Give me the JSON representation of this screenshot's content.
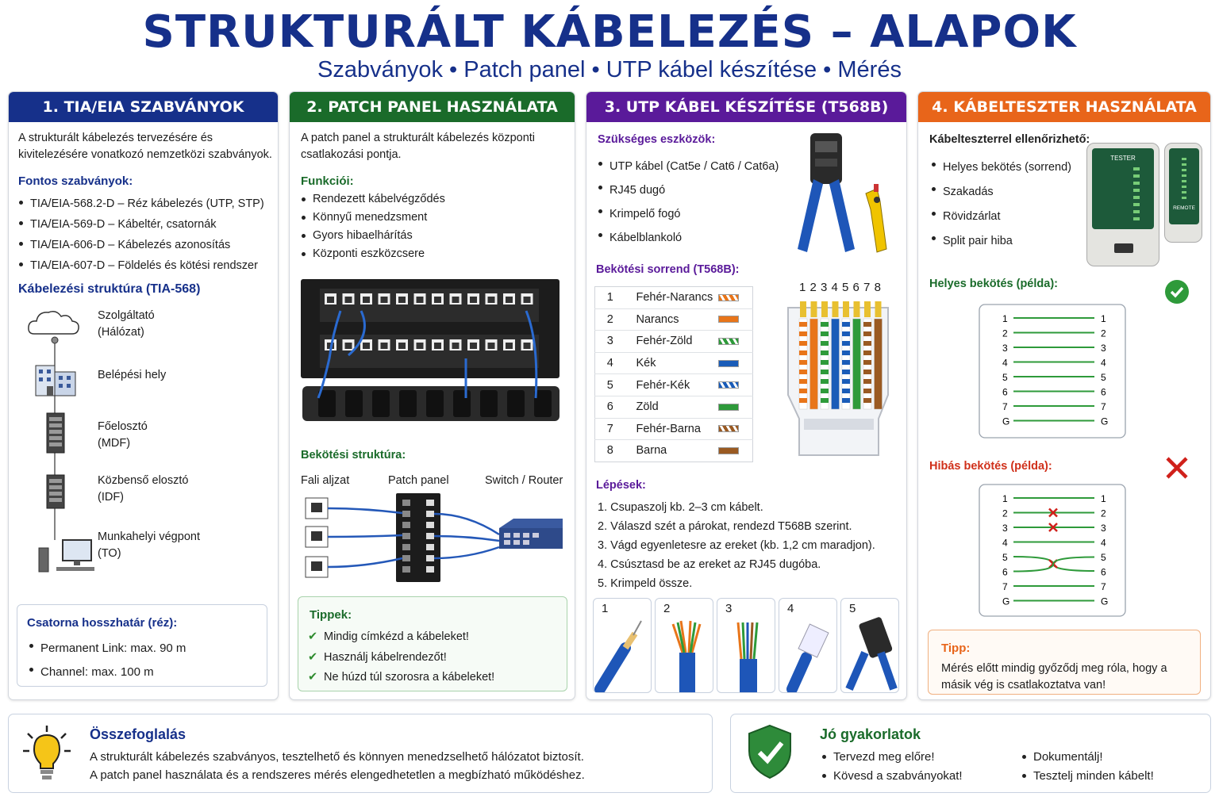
{
  "header": {
    "title": "STRUKTURÁLT KÁBELEZÉS – ALAPOK",
    "subtitle": "Szabványok • Patch panel • UTP kábel készítése • Mérés"
  },
  "colors": {
    "navy": "#16308a",
    "green": "#1a6b2a",
    "purple": "#5a1a9a",
    "orange": "#e8651a"
  },
  "s1": {
    "header": "1. TIA/EIA SZABVÁNYOK",
    "intro": "A strukturált kábelezés tervezésére és kivitelezésére vonatkozó nemzetközi szabványok.",
    "fontos": "Fontos szabványok:",
    "standards": [
      "TIA/EIA-568.2-D – Réz kábelezés (UTP, STP)",
      "TIA/EIA-569-D – Kábeltér, csatornák",
      "TIA/EIA-606-D – Kábelezés azonosítás",
      "TIA/EIA-607-D – Földelés és kötési rendszer"
    ],
    "struct_title": "Kábelezési struktúra (TIA-568)",
    "levels": [
      {
        "l1": "Szolgáltató",
        "l2": "(Hálózat)",
        "icon": "cloud-icon"
      },
      {
        "l1": "Belépési hely",
        "l2": "",
        "icon": "building-icon"
      },
      {
        "l1": "Főelosztó",
        "l2": "(MDF)",
        "icon": "server-rack-icon"
      },
      {
        "l1": "Közbenső elosztó",
        "l2": "(IDF)",
        "icon": "server-rack-icon"
      },
      {
        "l1": "Munkahelyi végpont",
        "l2": "(TO)",
        "icon": "computer-icon"
      }
    ],
    "limit_title": "Csatorna hosszhatár (réz):",
    "limits": [
      "Permanent Link: max. 90 m",
      "Channel: max. 100 m"
    ]
  },
  "s2": {
    "header": "2. PATCH PANEL HASZNÁLATA",
    "intro": "A patch panel a strukturált kábelezés központi csatlakozási pontja.",
    "func_title": "Funkciói:",
    "functions": [
      "Rendezett kábelvégződés",
      "Könnyű menedzsment",
      "Gyors hibaelhárítás",
      "Központi eszközcsere"
    ],
    "struct_title": "Bekötési struktúra:",
    "col1": "Fali aljzat",
    "col2": "Patch panel",
    "col3": "Switch / Router",
    "tips_title": "Tippek:",
    "tips": [
      "Mindig címkézd a kábeleket!",
      "Használj kábelrendezőt!",
      "Ne húzd túl szorosra a kábeleket!"
    ]
  },
  "s3": {
    "header": "3. UTP KÁBEL KÉSZÍTÉSE (T568B)",
    "tools_title": "Szükséges eszközök:",
    "tools": [
      "UTP kábel (Cat5e / Cat6 / Cat6a)",
      "RJ45 dugó",
      "Krimpelő fogó",
      "Kábelblankoló"
    ],
    "order_title": "Bekötési sorrend (T568B):",
    "wires": [
      {
        "n": "1",
        "name": "Fehér-Narancs",
        "color": "#e8751a",
        "striped": true
      },
      {
        "n": "2",
        "name": "Narancs",
        "color": "#e8751a",
        "striped": false
      },
      {
        "n": "3",
        "name": "Fehér-Zöld",
        "color": "#2e9a3a",
        "striped": true
      },
      {
        "n": "4",
        "name": "Kék",
        "color": "#1a5cb8",
        "striped": false
      },
      {
        "n": "5",
        "name": "Fehér-Kék",
        "color": "#1a5cb8",
        "striped": true
      },
      {
        "n": "6",
        "name": "Zöld",
        "color": "#2e9a3a",
        "striped": false
      },
      {
        "n": "7",
        "name": "Fehér-Barna",
        "color": "#9a5a22",
        "striped": true
      },
      {
        "n": "8",
        "name": "Barna",
        "color": "#9a5a22",
        "striped": false
      }
    ],
    "pin_numbers": "1 2 3 4 5 6 7 8",
    "steps_title": "Lépések:",
    "steps": [
      "1. Csupaszolj kb. 2–3 cm kábelt.",
      "2. Válaszd szét a párokat, rendezd T568B szerint.",
      "3. Vágd egyenletesre az ereket (kb. 1,2 cm maradjon).",
      "4. Csúsztasd be az ereket az RJ45 dugóba.",
      "5. Krimpeld össze."
    ],
    "step_nums": [
      "1",
      "2",
      "3",
      "4",
      "5"
    ]
  },
  "s4": {
    "header": "4. KÁBELTESZTER HASZNÁLATA",
    "check_title": "Kábelteszterrel ellenőrizhető:",
    "checks": [
      "Helyes bekötés (sorrend)",
      "Szakadás",
      "Rövidzárlat",
      "Split pair hiba"
    ],
    "tester_master": "TESTER",
    "tester_remote": "REMOTE",
    "tester_brand": "TESTER",
    "ok_title": "Helyes bekötés (példa):",
    "bad_title": "Hibás bekötés (példa):",
    "pins": [
      "1",
      "2",
      "3",
      "4",
      "5",
      "6",
      "7",
      "G"
    ],
    "tip_title": "Tipp:",
    "tip": "Mérés előtt mindig győződj meg róla, hogy a másik vég is csatlakoztatva van!"
  },
  "summary": {
    "title": "Összefoglalás",
    "l1": "A strukturált kábelezés szabványos, tesztelhető és könnyen menedzselhető hálózatot biztosít.",
    "l2": "A patch panel használata és a rendszeres mérés elengedhetetlen a megbízható működéshez."
  },
  "practices": {
    "title": "Jó gyakorlatok",
    "items": [
      "Tervezd meg előre!",
      "Kövesd a szabványokat!",
      "Dokumentálj!",
      "Tesztelj minden kábelt!"
    ]
  }
}
